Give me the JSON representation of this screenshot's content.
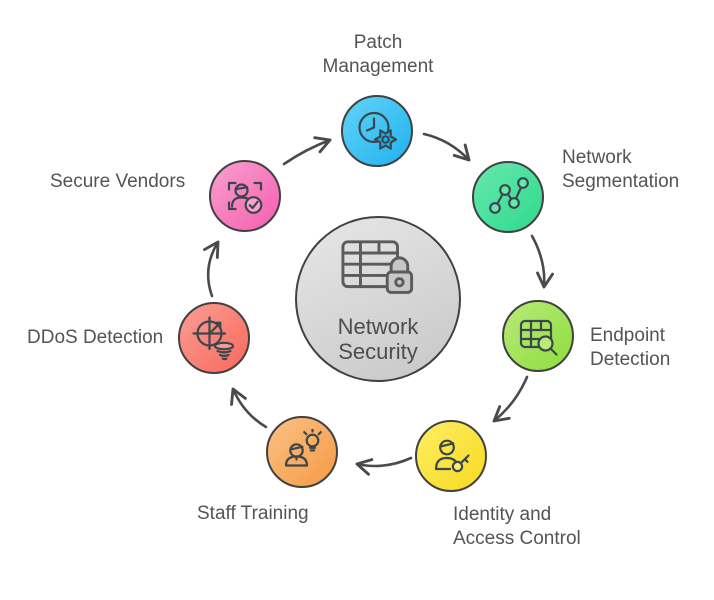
{
  "diagram": {
    "title": "Network Security",
    "flow": "clockwise",
    "flow_order": [
      "Patch Management",
      "Network Segmentation",
      "Endpoint Detection",
      "Identity and Access Control",
      "Staff Training",
      "DDoS Detection",
      "Secure Vendors"
    ],
    "arrow_color": "#4a4a4a",
    "label_color": "#545454",
    "node_border_color": "#414141",
    "icon_stroke_color": "#3c464d",
    "center": {
      "label_lines": [
        "Network",
        "Security"
      ],
      "icon": "table-lock-icon",
      "color_light": "#e7e7e7",
      "color_dark": "#c7c7c7",
      "icon_stroke_color": "#5b5b5b",
      "text_color": "#4d4d4d"
    },
    "nodes": [
      {
        "id": "patch-management",
        "label": "Patch Management",
        "lines": [
          "Patch",
          "Management"
        ],
        "icon": "clock-gear-icon",
        "color_light": "#62d4f8",
        "color_dark": "#1fb2ee"
      },
      {
        "id": "network-segmentation",
        "label": "Network Segmentation",
        "lines": [
          "Network",
          "Segmentation"
        ],
        "icon": "node-graph-icon",
        "color_light": "#66e8ad",
        "color_dark": "#2fd98d"
      },
      {
        "id": "endpoint-detection",
        "label": "Endpoint Detection",
        "lines": [
          "Endpoint",
          "Detection"
        ],
        "icon": "table-search-icon",
        "color_light": "#b9ea79",
        "color_dark": "#8edd3c"
      },
      {
        "id": "identity-access-control",
        "label": "Identity and Access Control",
        "lines": [
          "Identity and",
          "Access Control"
        ],
        "icon": "user-key-icon",
        "color_light": "#fdee66",
        "color_dark": "#f7da1e"
      },
      {
        "id": "staff-training",
        "label": "Staff Training",
        "lines": [
          "Staff Training"
        ],
        "icon": "user-lightbulb-icon",
        "color_light": "#fbc084",
        "color_dark": "#f59b44"
      },
      {
        "id": "ddos-detection",
        "label": "DDoS Detection",
        "lines": [
          "DDoS Detection"
        ],
        "icon": "radar-tornado-icon",
        "color_light": "#fb9d94",
        "color_dark": "#f7695c"
      },
      {
        "id": "secure-vendors",
        "label": "Secure Vendors",
        "lines": [
          "Secure Vendors"
        ],
        "icon": "verified-user-icon",
        "color_light": "#fa9fd0",
        "color_dark": "#f45fae"
      }
    ]
  }
}
